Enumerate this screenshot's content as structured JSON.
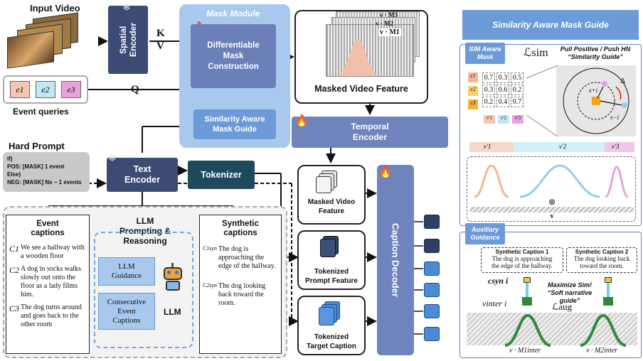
{
  "input": {
    "video_label": "Input Video",
    "event_queries_label": "Event queries",
    "queries": [
      "e1",
      "e2",
      "e3"
    ],
    "query_colors": [
      "#f7c6b2",
      "#bfe8f4",
      "#e9a3dc"
    ]
  },
  "spatial_encoder": "Spatial\nEncoder",
  "kv_label": "K\nV",
  "q_label": "Q",
  "mask_module": {
    "title": "Mask Module",
    "diff_mask": "Differentiable\nMask\nConstruction",
    "sim_guide": "Similarity Aware\nMask Guide"
  },
  "masked_video_feature": {
    "title": "Masked Video Feature",
    "labels": [
      "v · M3",
      "v · M2",
      "v · M1"
    ]
  },
  "temporal_encoder": "Temporal\nEncoder",
  "hard_prompt": {
    "title": "Hard Prompt",
    "text": "If)\nPOS:  [MASK] 1 event\nElse)\nNEG: [MASK] Ns − 1 events"
  },
  "text_encoder": "Text\nEncoder",
  "tokenizer": "Tokenizer",
  "event_captions": {
    "title": "Event\ncaptions",
    "items": [
      {
        "idx": "C1",
        "text": "We see a hallway with a wooden floor"
      },
      {
        "idx": "C2",
        "text": "A dog in socks walks slowly out onto the floor as a lady films him."
      },
      {
        "idx": "C3",
        "text": "The dog turns around and goes back to the other room"
      }
    ]
  },
  "llm": {
    "title": "LLM\nPrompting &\nReasoning",
    "guidance": "LLM\nGuidance",
    "consecutive": "Consecutive\nEvent\nCaptions",
    "label": "LLM"
  },
  "synthetic_captions": {
    "title": "Synthetic\ncaptions",
    "items": [
      {
        "idx": "C1syn",
        "text": "The dog is approaching the edge of the hallway."
      },
      {
        "idx": "C2syn",
        "text": "The dog looking back toward the room."
      }
    ]
  },
  "features": {
    "masked_video": "Masked Video\nFeature",
    "prompt": "Tokenized\nPrompt Feature",
    "target": "Tokenized\nTarget Caption"
  },
  "caption_decoder": "Caption Decoder",
  "right_panel": {
    "title": "Similarity Aware Mask Guide",
    "sim_tag": "SIM Aware\nMask",
    "loss_sim": "ℒsim",
    "pull_push": "Pull Positive / Push HN\n“Similarity Guide”",
    "matrix_rows": [
      "c1",
      "c2",
      "c3"
    ],
    "matrix_cols": [
      "v'1",
      "v'2",
      "v'3"
    ],
    "matrix": [
      [
        "0.7",
        "0.3",
        "0.5"
      ],
      [
        "0.3",
        "0.6",
        "0.2"
      ],
      [
        "0.2",
        "0.4",
        "0.7"
      ]
    ],
    "row_colors": [
      "#f3b98f",
      "#f7d16a",
      "#efb23a"
    ],
    "col_colors": [
      "#f7c6b2",
      "#bfe8f4",
      "#e9a3dc"
    ],
    "delta": "Δ",
    "s_plus": "s+i",
    "s_minus": "s−i",
    "bar_labels": [
      "v'1",
      "v'2",
      "v'3"
    ],
    "otimes": "⊗",
    "v_label": "v",
    "aux_tag": "Auxiliary\nGuidance",
    "syn1_title": "Synthetic Caption 1",
    "syn1_text": "The dog is approaching\nthe edge of the hallway.",
    "syn2_title": "Synthetic Caption 2",
    "syn2_text": "The dog looking back\ntoward the room.",
    "c_syn": "csyn i",
    "maximize": "Maximize Sim!\n“Soft narrative guide”",
    "v_inter": "vinter i",
    "loss_aug": "ℒaug",
    "m1": "v · M1inter",
    "m2": "v · M2inter"
  }
}
